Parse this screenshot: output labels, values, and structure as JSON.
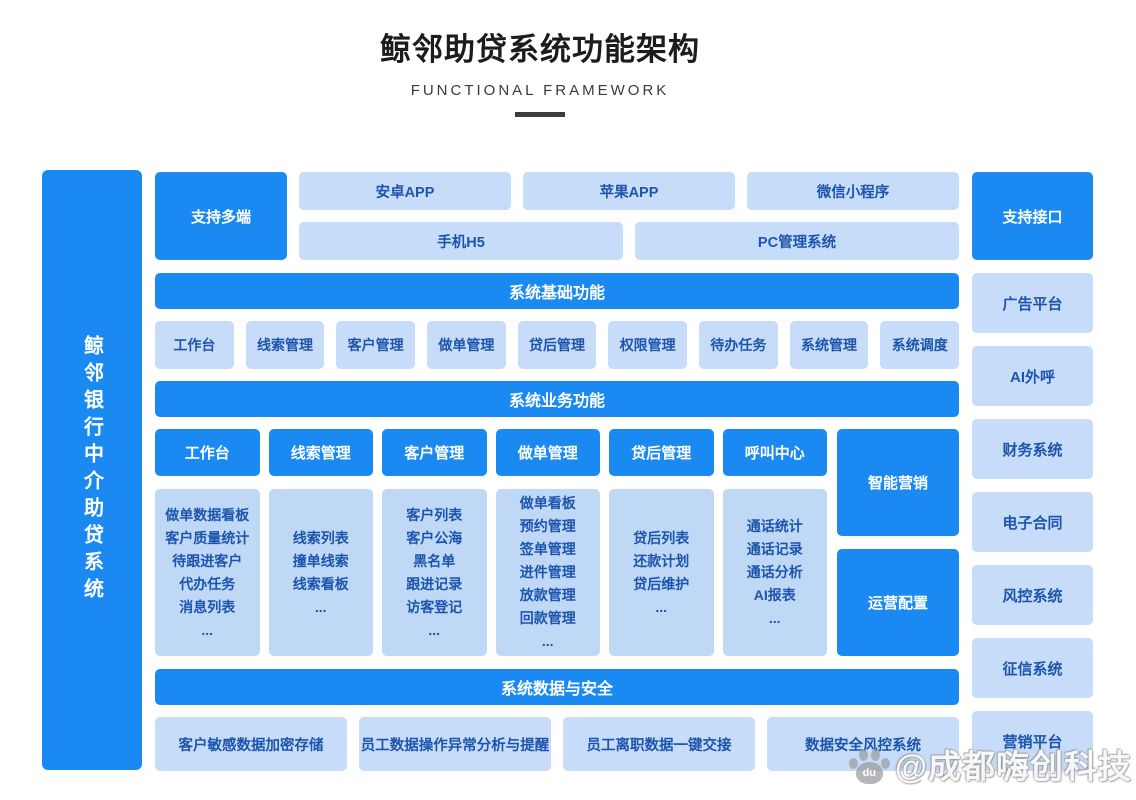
{
  "header": {
    "title": "鲸邻助贷系统功能架构",
    "subtitle": "FUNCTIONAL FRAMEWORK"
  },
  "left_bar": {
    "label": "鲸邻银行中介助贷系统"
  },
  "top": {
    "badge": "支持多端",
    "row1": [
      "安卓APP",
      "苹果APP",
      "微信小程序"
    ],
    "row2": [
      "手机H5",
      "PC管理系统"
    ]
  },
  "basic": {
    "bar": "系统基础功能",
    "items": [
      "工作台",
      "线索管理",
      "客户管理",
      "做单管理",
      "贷后管理",
      "权限管理",
      "待办任务",
      "系统管理",
      "系统调度"
    ]
  },
  "business": {
    "bar": "系统业务功能",
    "columns": [
      {
        "header": "工作台",
        "items": [
          "做单数据看板",
          "客户质量统计",
          "待跟进客户",
          "代办任务",
          "消息列表",
          "..."
        ]
      },
      {
        "header": "线索管理",
        "items": [
          "线索列表",
          "撞单线索",
          "线索看板",
          "..."
        ]
      },
      {
        "header": "客户管理",
        "items": [
          "客户列表",
          "客户公海",
          "黑名单",
          "跟进记录",
          "访客登记",
          "..."
        ]
      },
      {
        "header": "做单管理",
        "items": [
          "做单看板",
          "预约管理",
          "签单管理",
          "进件管理",
          "放款管理",
          "回款管理",
          "..."
        ]
      },
      {
        "header": "贷后管理",
        "items": [
          "贷后列表",
          "还款计划",
          "贷后维护",
          "..."
        ]
      },
      {
        "header": "呼叫中心",
        "items": [
          "通话统计",
          "通话记录",
          "通话分析",
          "AI报表",
          "..."
        ]
      }
    ],
    "side_badges": [
      "智能营销",
      "运营配置"
    ]
  },
  "security": {
    "bar": "系统数据与安全",
    "items": [
      "客户敏感数据加密存储",
      "员工数据操作异常分析与提醒",
      "员工离职数据一键交接",
      "数据安全风控系统"
    ]
  },
  "right_panel": {
    "badge": "支持接口",
    "items": [
      "广告平台",
      "AI外呼",
      "财务系统",
      "电子合同",
      "风控系统",
      "征信系统",
      "营销平台"
    ]
  },
  "watermark": {
    "text": "@成都嗨创科技",
    "paw_label": "du"
  },
  "colors": {
    "accent_blue": "#1a8af2",
    "light_box_blue": "#c7dcf8",
    "list_box_blue": "#bed8f6",
    "box_text_blue": "#1d55ad",
    "title_dark": "#1c1c1c"
  }
}
